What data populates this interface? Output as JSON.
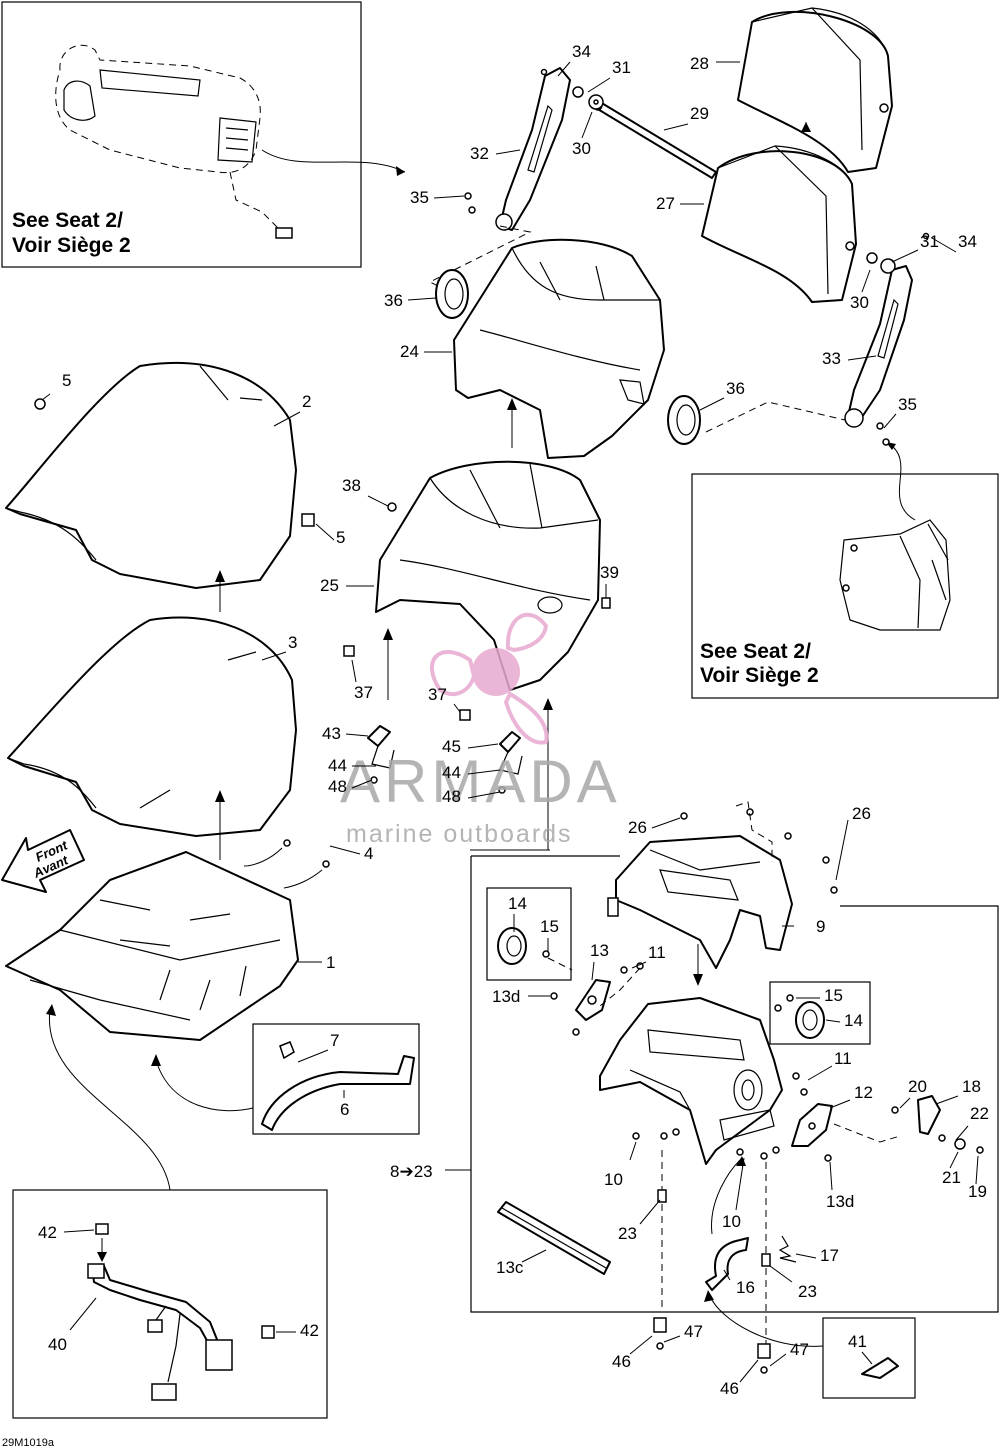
{
  "diagram_code": "29M1019a",
  "reference_box_text": "See Seat 2/",
  "reference_box_text_2": "Voir Siège 2",
  "front_arrow_text": "Front",
  "front_arrow_text_2": "Avant",
  "watermark": {
    "brand": "ARMADA",
    "tagline": "marine outboards",
    "logo_color": "#e7a9cf"
  },
  "part_labels": [
    "34",
    "31",
    "28",
    "29",
    "32",
    "30",
    "35",
    "27",
    "31",
    "34",
    "30",
    "36",
    "24",
    "33",
    "36",
    "35",
    "5",
    "2",
    "38",
    "5",
    "25",
    "39",
    "3",
    "37",
    "37",
    "43",
    "45",
    "44",
    "44",
    "48",
    "48",
    "4",
    "26",
    "26",
    "9",
    "14",
    "15",
    "13",
    "11",
    "13d",
    "1",
    "7",
    "15",
    "14",
    "11",
    "6",
    "12",
    "20",
    "18",
    "22",
    "21",
    "19",
    "8➔23",
    "10",
    "13d",
    "23",
    "10",
    "17",
    "13c",
    "16",
    "23",
    "42",
    "40",
    "42",
    "41",
    "47",
    "46",
    "47",
    "46"
  ]
}
